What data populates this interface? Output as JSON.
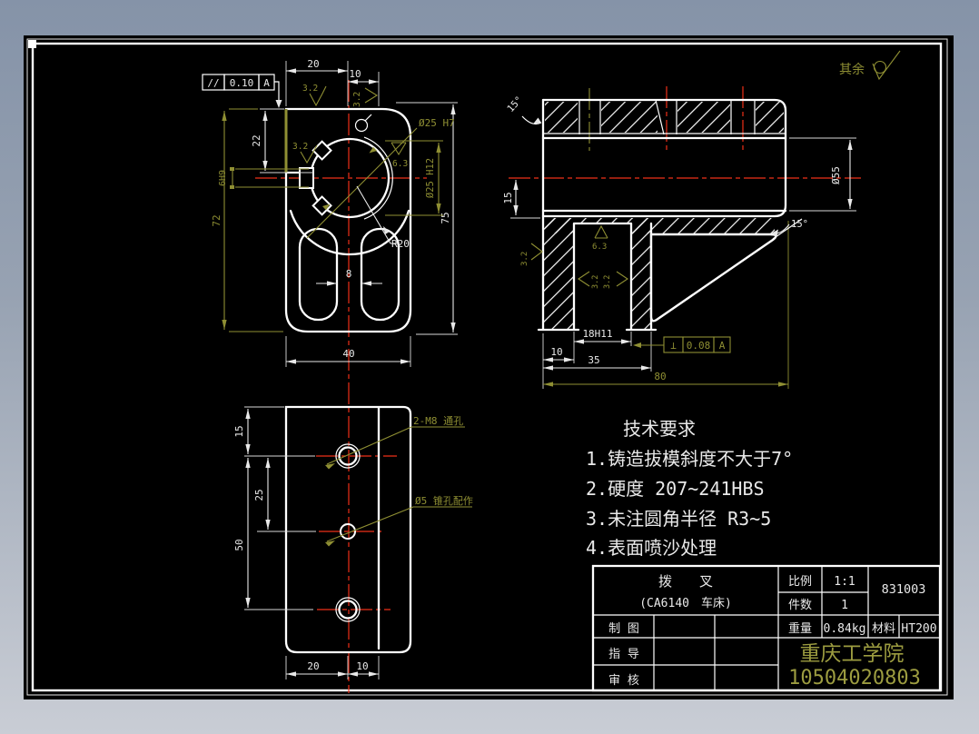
{
  "window": {
    "surface_note": "其余"
  },
  "tolerances": {
    "parallelism": {
      "symbol": "//",
      "value": "0.10",
      "datum": "A"
    },
    "perpendicularity": {
      "symbol": "⊥",
      "value": "0.08",
      "datum": "A"
    }
  },
  "roughness": {
    "r32": "3.2",
    "r63": "6.3"
  },
  "front_view": {
    "dim_width_tab": "20",
    "dim_width_step": "10",
    "dim_height_tab": "22",
    "dim_height_total": "72",
    "dim_keyway": "6H9",
    "dim_height_right": "75",
    "bore_label": "Ø25 H7",
    "bore_tol": "Ø25 H12",
    "radius_label": "R20",
    "dim_stem": "8",
    "dim_width": "40"
  },
  "side_view": {
    "angle_top": "15°",
    "angle_right": "15°",
    "dim_wall": "15",
    "dim_bore": "Ø55",
    "dim_slot": "18H11",
    "dim_leg": "10",
    "dim_foot": "35",
    "dim_total": "80"
  },
  "bottom_view": {
    "dim_top": "15",
    "dim_mid": "25",
    "dim_bottom": "50",
    "dim_w20": "20",
    "dim_w10": "10",
    "label_thread": "2-M8 通孔",
    "label_taper": "Ø5 锥孔配作"
  },
  "tech_req": {
    "title": "技术要求",
    "items": [
      "1.铸造拔模斜度不大于7°",
      "2.硬度 207~241HBS",
      "3.未注圆角半径 R3~5",
      "4.表面喷沙处理"
    ]
  },
  "title_block": {
    "part_name": "拨　　叉",
    "part_model": "(CA6140　车床)",
    "scale_label": "比例",
    "scale_value": "1:1",
    "qty_label": "件数",
    "qty_value": "1",
    "weight_label": "重量",
    "weight_value": "0.84kg",
    "material_label": "材料",
    "material_value": "HT200",
    "drafter_label": "制 图",
    "advisor_label": "指 导",
    "auditor_label": "审 核",
    "drawing_no": "831003",
    "school": "重庆工学院",
    "student_no": "10504020803"
  }
}
